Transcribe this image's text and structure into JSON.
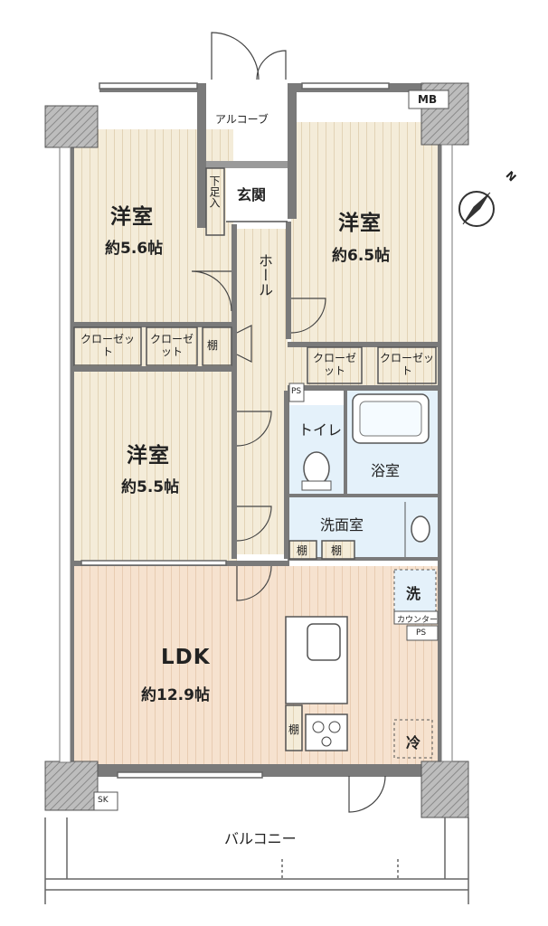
{
  "rooms": {
    "western1": {
      "name": "洋室",
      "area": "約5.6帖"
    },
    "western2": {
      "name": "洋室",
      "area": "約6.5帖"
    },
    "western3": {
      "name": "洋室",
      "area": "約5.5帖"
    },
    "ldk": {
      "name": "LDK",
      "area": "約12.9帖"
    },
    "entrance": "玄関",
    "alcove": "アルコーブ",
    "shoe_closet": "下足入",
    "hall": "ホール",
    "toilet": "トイレ",
    "bath": "浴室",
    "washroom": "洗面室",
    "balcony": "バルコニー"
  },
  "labels": {
    "closet": "クローゼット",
    "shelf": "棚",
    "ps": "PS",
    "mb": "MB",
    "sk": "SK",
    "washer": "洗",
    "counter": "カウンター",
    "fridge": "冷",
    "compass_n": "N"
  },
  "colors": {
    "wall": "#7a7a7a",
    "wood": "#f3ead7",
    "ldk_floor": "#f4e0cc",
    "wet": "#e4f1fa"
  }
}
